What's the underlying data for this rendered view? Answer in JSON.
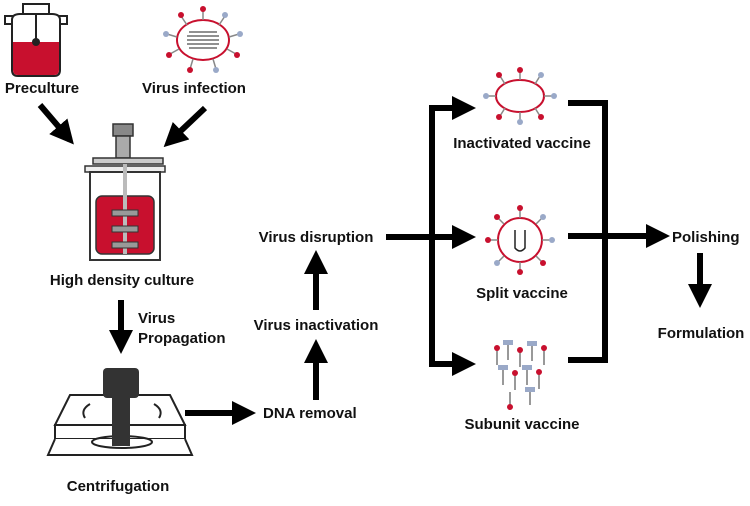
{
  "labels": {
    "preculture": "Preculture",
    "virus_infection": "Virus infection",
    "high_density_culture": "High density culture",
    "virus_propagation_line1": "Virus",
    "virus_propagation_line2": "Propagation",
    "centrifugation": "Centrifugation",
    "dna_removal": "DNA removal",
    "virus_inactivation": "Virus inactivation",
    "virus_disruption": "Virus disruption",
    "inactivated_vaccine": "Inactivated vaccine",
    "split_vaccine": "Split vaccine",
    "subunit_vaccine": "Subunit vaccine",
    "polishing": "Polishing",
    "formulation": "Formulation"
  },
  "icons": [
    "flask-icon",
    "virus-icon",
    "bioreactor-icon",
    "centrifuge-icon",
    "inactivated-virus-icon",
    "split-virus-icon",
    "subunit-proteins-icon"
  ],
  "colors": {
    "arrow": "#000000",
    "red": "#c8102e",
    "spike_blue": "#9aa9c8",
    "grey": "#888888"
  }
}
